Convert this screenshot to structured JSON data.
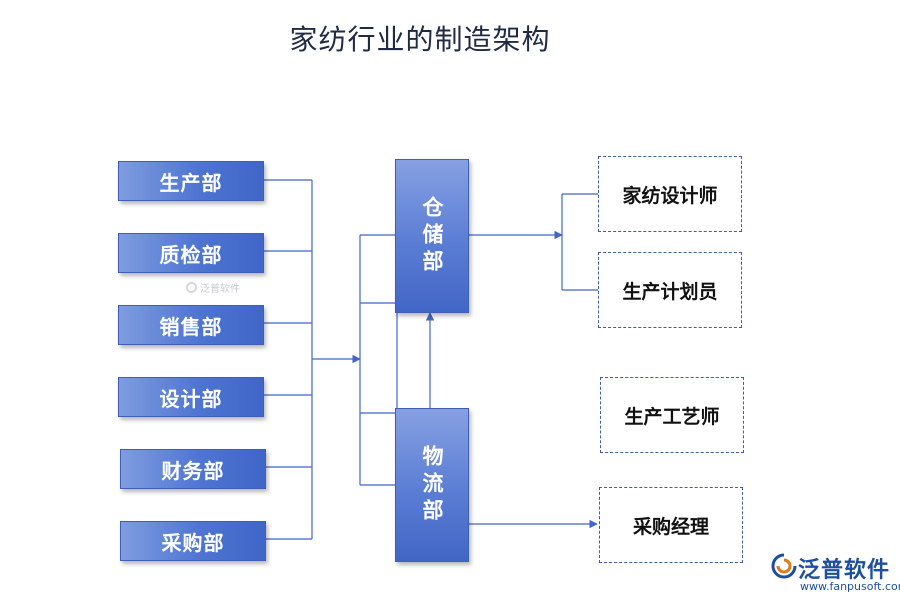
{
  "title": "家纺行业的制造架构",
  "departments": [
    "生产部",
    "质检部",
    "销售部",
    "设计部",
    "财务部",
    "采购部"
  ],
  "warehouse_label": "仓储部",
  "logistics_label": "物流部",
  "roles": [
    "家纺设计师",
    "生产计划员",
    "生产工艺师",
    "采购经理"
  ],
  "watermark_text": "泛普软件",
  "logo": {
    "brand": "泛普软件",
    "url": "www.fanpusoft.com"
  },
  "colors": {
    "box_fill": "#4f75d2",
    "line": "#3f66c8",
    "title": "#1f2a44",
    "logo": "#1d4f9e"
  }
}
